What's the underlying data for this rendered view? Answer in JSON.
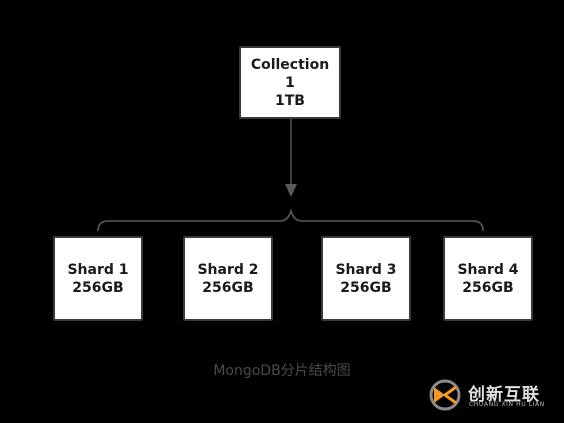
{
  "diagram": {
    "root": {
      "lines": [
        "Collection",
        "1",
        "1TB"
      ]
    },
    "shards": [
      {
        "name": "Shard 1",
        "size": "256GB"
      },
      {
        "name": "Shard 2",
        "size": "256GB"
      },
      {
        "name": "Shard 3",
        "size": "256GB"
      },
      {
        "name": "Shard 4",
        "size": "256GB"
      }
    ],
    "caption": "MongoDB分片结构图"
  },
  "watermark": {
    "brand_cn": "创新互联",
    "brand_en": "CHUANG XIN HU LIAN",
    "colors": {
      "orange": "#f39a1e",
      "gray": "#8a8a8a"
    }
  },
  "colors": {
    "background": "#000000",
    "box_fill": "#ffffff",
    "box_border": "#3a3a3a",
    "connector": "#5a5a5a",
    "caption": "#4a4a4a"
  }
}
